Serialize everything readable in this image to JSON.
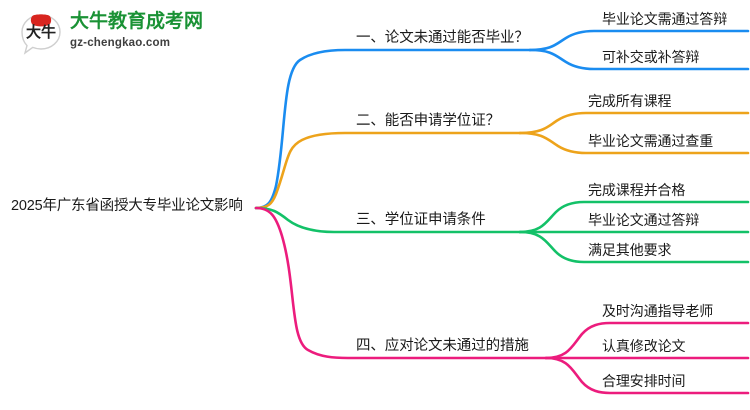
{
  "logo": {
    "mark_text": "大牛",
    "name_cn": "大牛教育成考网",
    "name_en": "gz-chengkao.com",
    "color_green": "#1a9235",
    "color_red": "#d8251f"
  },
  "mindmap": {
    "root": {
      "label": "2025年广东省函授大专毕业论文影响"
    },
    "branches": [
      {
        "label": "一、论文未通过能否毕业？",
        "color": "#1a8cf0",
        "children": [
          {
            "label": "毕业论文需通过答辩"
          },
          {
            "label": "可补交或补答辩"
          }
        ]
      },
      {
        "label": "二、能否申请学位证？",
        "color": "#eda31b",
        "children": [
          {
            "label": "完成所有课程"
          },
          {
            "label": "毕业论文需通过查重"
          }
        ]
      },
      {
        "label": "三、学位证申请条件",
        "color": "#13c168",
        "children": [
          {
            "label": "完成课程并合格"
          },
          {
            "label": "毕业论文通过答辩"
          },
          {
            "label": "满足其他要求"
          }
        ]
      },
      {
        "label": "四、应对论文未通过的措施",
        "color": "#ec1c7d",
        "children": [
          {
            "label": "及时沟通指导老师"
          },
          {
            "label": "认真修改论文"
          },
          {
            "label": "合理安排时间"
          }
        ]
      }
    ]
  }
}
